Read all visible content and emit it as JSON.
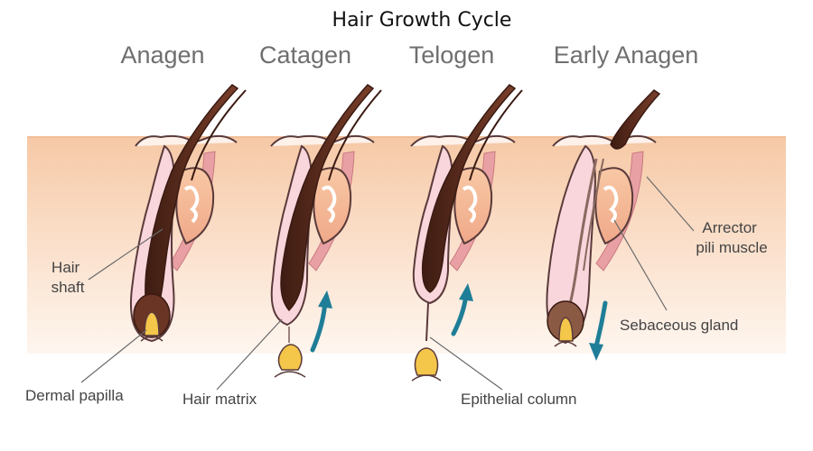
{
  "title": "Hair Growth Cycle",
  "stages": [
    "Anagen",
    "Catagen",
    "Telogen",
    "Early Anagen"
  ],
  "labels": {
    "hair_shaft": [
      "Hair",
      "shaft"
    ],
    "dermal_papilla": "Dermal papilla",
    "hair_matrix": "Hair matrix",
    "epithelial_column": "Epithelial column",
    "sebaceous_gland": "Sebaceous gland",
    "arrector_pili": [
      "Arrector",
      "pili muscle"
    ]
  },
  "colors": {
    "skin_top": "#f6c9a6",
    "skin_bottom": "#fdf1e8",
    "follicle_outline": "#5a3a3a",
    "follicle_sheath": "#f9d6dc",
    "gland": "#f3b792",
    "muscle": "#e8a0a4",
    "hair": "#5b2d1e",
    "papilla": "#f4c64a",
    "arrow": "#1f7e97"
  },
  "icons": [
    "arrow-up-icon",
    "arrow-up-icon",
    "arrow-down-icon"
  ]
}
